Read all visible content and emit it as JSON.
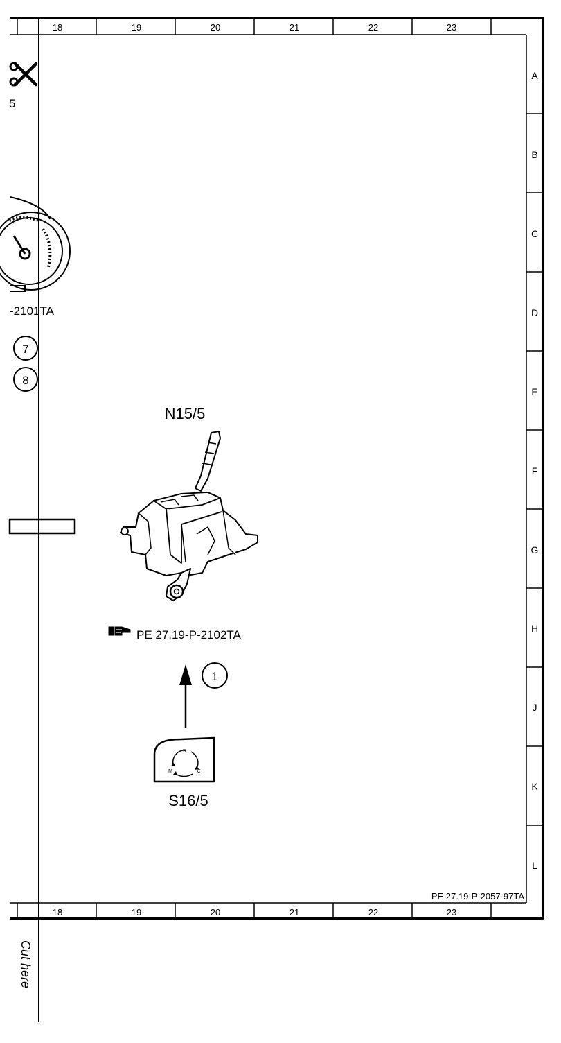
{
  "grid": {
    "columns": [
      "18",
      "19",
      "20",
      "21",
      "22",
      "23"
    ],
    "rows": [
      "A",
      "B",
      "C",
      "D",
      "E",
      "F",
      "G",
      "H",
      "J",
      "K",
      "L"
    ]
  },
  "components": {
    "shifter_label": "N15/5",
    "switch_label": "S16/5",
    "switch_letters": {
      "s": "S",
      "m": "M",
      "c": "C"
    }
  },
  "references": {
    "shifter_ref": "PE 27.19-P-2102TA",
    "partial_ref": "-2101TA",
    "sheet_ref": "PE 27.19-P-2057-97TA"
  },
  "callouts": {
    "c1": "1",
    "c7": "7",
    "c8": "8"
  },
  "left_margin": {
    "partial_number": "5",
    "cut_label": "Cut here"
  },
  "icons": {
    "scissors": "scissors-icon",
    "reference": "reference-pointer-icon"
  }
}
